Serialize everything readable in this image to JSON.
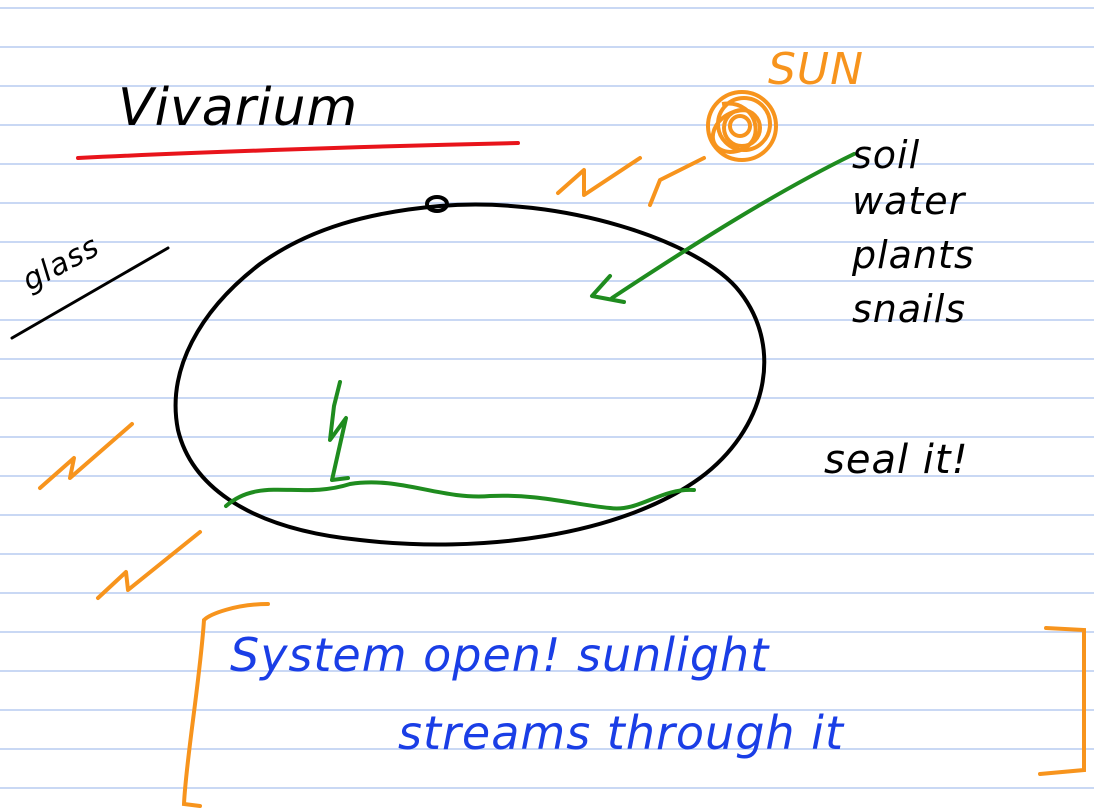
{
  "title": "Vivarium",
  "sun_label": "SUN",
  "glass_label": "glass",
  "ingredients": [
    "soil",
    "water",
    "plants",
    "snails"
  ],
  "seal_note": "seal it!",
  "system_note": [
    "System open! sunlight",
    "streams through it"
  ],
  "colors": {
    "ink": "#000000",
    "underline": "#e8141b",
    "sun": "#f7941d",
    "green": "#1f8c1f",
    "note": "#1a3ee6",
    "ruled_line": "#b7cbf0"
  }
}
